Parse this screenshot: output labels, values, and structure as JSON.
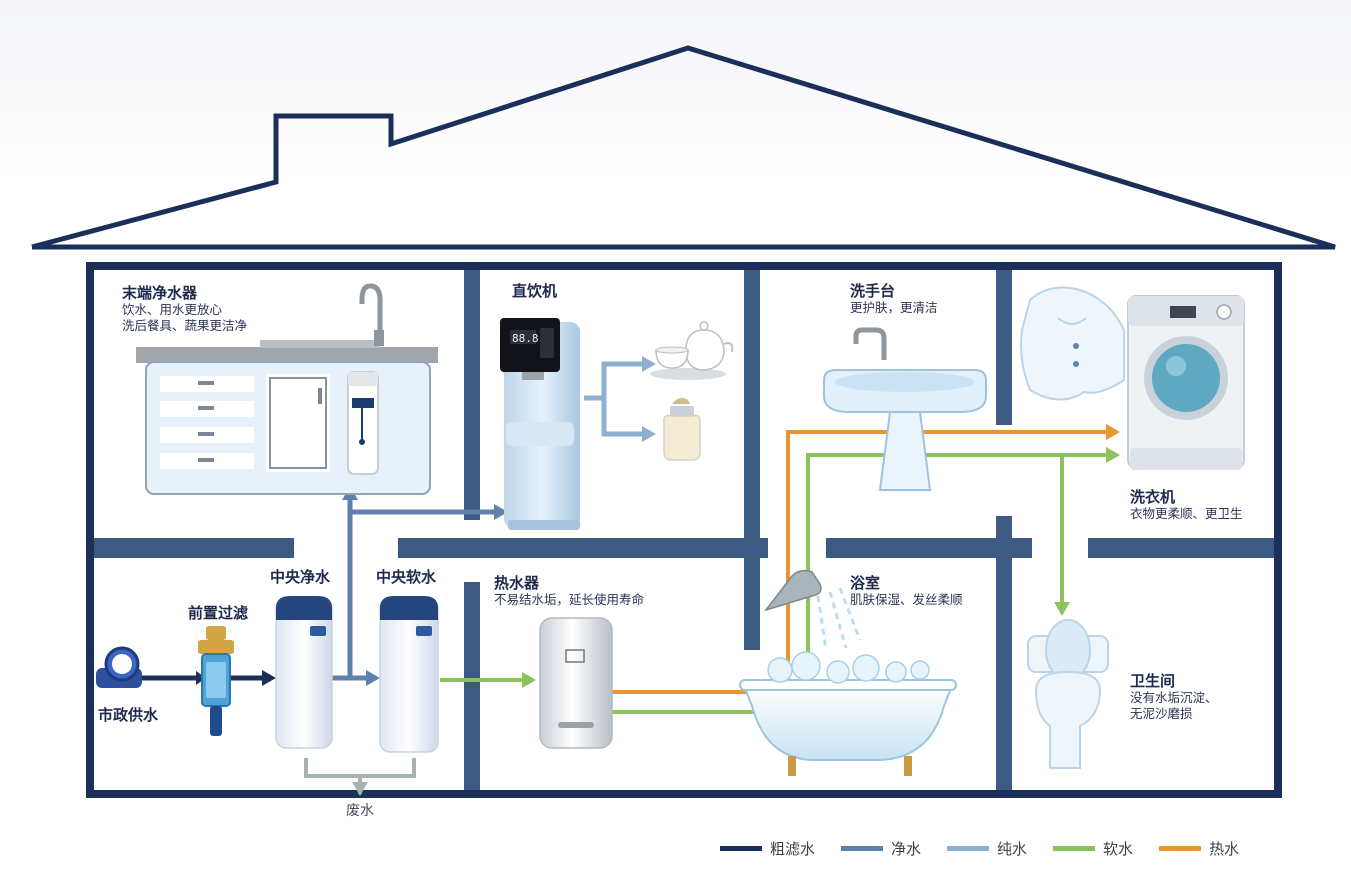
{
  "colors": {
    "coarse": "#1b2f5a",
    "clean": "#5f82ad",
    "pure": "#8eb0d0",
    "soft": "#8cc25a",
    "hot": "#e8962f",
    "house": "#1b2f5a",
    "wall": "#3d5a82",
    "waste": "#a6b4b0"
  },
  "rooms": {
    "kitchen": {
      "title": "末端净水器",
      "line1": "饮水、用水更放心",
      "line2": "洗后餐具、蔬果更洁净"
    },
    "dispenser": {
      "title": "直饮机"
    },
    "washbasin": {
      "title": "洗手台",
      "line1": "更护肤，更清洁"
    },
    "laundry": {
      "title": "洗衣机",
      "line1": "衣物更柔顺、更卫生"
    },
    "central_purifier": {
      "title": "中央净水"
    },
    "central_softener": {
      "title": "中央软水"
    },
    "prefilter": {
      "title": "前置过滤"
    },
    "municipal": {
      "title": "市政供水"
    },
    "heater": {
      "title": "热水器",
      "line1": "不易结水垢，延长使用寿命"
    },
    "bathroom": {
      "title": "浴室",
      "line1": "肌肤保湿、发丝柔顺"
    },
    "toilet": {
      "title": "卫生间",
      "line1": "没有水垢沉淀、",
      "line2": "无泥沙磨损"
    },
    "waste": {
      "title": "废水"
    }
  },
  "legend": [
    {
      "label": "粗滤水",
      "color": "#1b2f5a"
    },
    {
      "label": "净水",
      "color": "#5f82ad"
    },
    {
      "label": "纯水",
      "color": "#8eb0d0"
    },
    {
      "label": "软水",
      "color": "#8cc25a"
    },
    {
      "label": "热水",
      "color": "#e8962f"
    }
  ]
}
